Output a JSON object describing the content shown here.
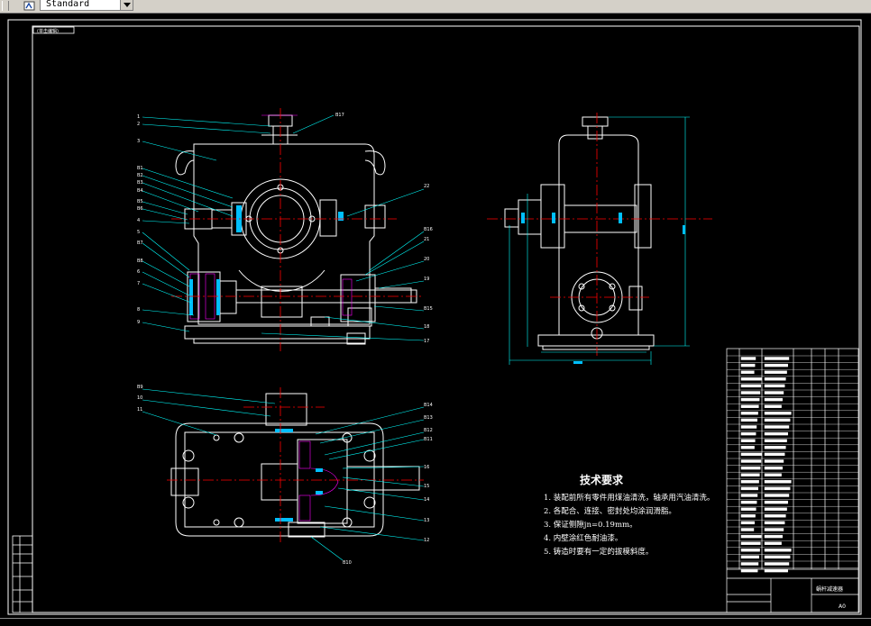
{
  "toolbar": {
    "style_combo_value": "Standard",
    "style_icon": "text-style-icon",
    "dropdown_icon": "chevron-down-icon"
  },
  "drawing": {
    "corner_tag": "(单击编辑)",
    "tech_req": {
      "title": "技术要求",
      "items": [
        "1. 装配前所有零件用煤油清洗，轴承用汽油清洗。",
        "2. 各配合、连接、密封处均涂润滑脂。",
        "3. 保证侧隙jn=0.19mm。",
        "4. 内壁涂红色耐油漆。",
        "5. 铸造时要有一定的拔模斜度。"
      ]
    },
    "title_block": {
      "drawing_name": "蜗杆减速器",
      "sheet_size": "A0"
    },
    "colors": {
      "outline": "#ffffff",
      "leader": "#00ffff",
      "center": "#ff0000",
      "dimension": "#00ffff",
      "hatch": "#ff00ff"
    }
  }
}
